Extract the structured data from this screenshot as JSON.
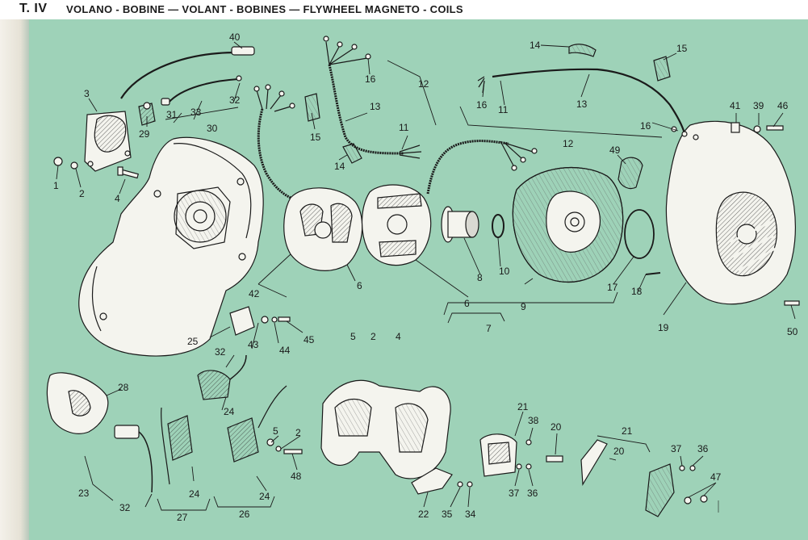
{
  "header": {
    "plate_id": "T. IV",
    "title": "VOLANO - BOBINE — VOLANT - BOBINES — FLYWHEEL MAGNETO - COILS"
  },
  "colors": {
    "plate_background": "#9ed2b8",
    "part_fill": "#f4f4ee",
    "ink": "#1a1a1a"
  },
  "callouts": [
    {
      "id": "c40",
      "label": "40"
    },
    {
      "id": "c3",
      "label": "3"
    },
    {
      "id": "c29",
      "label": "29"
    },
    {
      "id": "c31",
      "label": "31"
    },
    {
      "id": "c33",
      "label": "33"
    },
    {
      "id": "c32a",
      "label": "32"
    },
    {
      "id": "c30",
      "label": "30"
    },
    {
      "id": "c1",
      "label": "1"
    },
    {
      "id": "c2a",
      "label": "2"
    },
    {
      "id": "c4a",
      "label": "4"
    },
    {
      "id": "c16a",
      "label": "16"
    },
    {
      "id": "c12a",
      "label": "12"
    },
    {
      "id": "c13a",
      "label": "13"
    },
    {
      "id": "c11a",
      "label": "11"
    },
    {
      "id": "c15a",
      "label": "15"
    },
    {
      "id": "c14a",
      "label": "14"
    },
    {
      "id": "c14b",
      "label": "14"
    },
    {
      "id": "c15b",
      "label": "15"
    },
    {
      "id": "c16b",
      "label": "16"
    },
    {
      "id": "c11b",
      "label": "11"
    },
    {
      "id": "c13b",
      "label": "13"
    },
    {
      "id": "c16c",
      "label": "16"
    },
    {
      "id": "c12b",
      "label": "12"
    },
    {
      "id": "c41",
      "label": "41"
    },
    {
      "id": "c39",
      "label": "39"
    },
    {
      "id": "c46",
      "label": "46"
    },
    {
      "id": "c49",
      "label": "49"
    },
    {
      "id": "c6a",
      "label": "6"
    },
    {
      "id": "c6b",
      "label": "6"
    },
    {
      "id": "c8",
      "label": "8"
    },
    {
      "id": "c10",
      "label": "10"
    },
    {
      "id": "c9",
      "label": "9"
    },
    {
      "id": "c17",
      "label": "17"
    },
    {
      "id": "c18",
      "label": "18"
    },
    {
      "id": "c19",
      "label": "19"
    },
    {
      "id": "c50",
      "label": "50"
    },
    {
      "id": "c42",
      "label": "42"
    },
    {
      "id": "c5a",
      "label": "5"
    },
    {
      "id": "c2b",
      "label": "2"
    },
    {
      "id": "c4b",
      "label": "4"
    },
    {
      "id": "c7",
      "label": "7"
    },
    {
      "id": "c25",
      "label": "25"
    },
    {
      "id": "c43",
      "label": "43"
    },
    {
      "id": "c44",
      "label": "44"
    },
    {
      "id": "c45",
      "label": "45"
    },
    {
      "id": "c32b",
      "label": "32"
    },
    {
      "id": "c28",
      "label": "28"
    },
    {
      "id": "c24a",
      "label": "24"
    },
    {
      "id": "c5b",
      "label": "5"
    },
    {
      "id": "c2c",
      "label": "2"
    },
    {
      "id": "c48",
      "label": "48"
    },
    {
      "id": "c23",
      "label": "23"
    },
    {
      "id": "c32c",
      "label": "32"
    },
    {
      "id": "c27",
      "label": "27"
    },
    {
      "id": "c24b",
      "label": "24"
    },
    {
      "id": "c26",
      "label": "26"
    },
    {
      "id": "c24c",
      "label": "24"
    },
    {
      "id": "c21a",
      "label": "21"
    },
    {
      "id": "c38",
      "label": "38"
    },
    {
      "id": "c20a",
      "label": "20"
    },
    {
      "id": "c37a",
      "label": "37"
    },
    {
      "id": "c36a",
      "label": "36"
    },
    {
      "id": "c22",
      "label": "22"
    },
    {
      "id": "c35",
      "label": "35"
    },
    {
      "id": "c34",
      "label": "34"
    },
    {
      "id": "c21b",
      "label": "21"
    },
    {
      "id": "c20b",
      "label": "20"
    },
    {
      "id": "c37b",
      "label": "37"
    },
    {
      "id": "c36b",
      "label": "36"
    },
    {
      "id": "c47",
      "label": "47"
    }
  ]
}
